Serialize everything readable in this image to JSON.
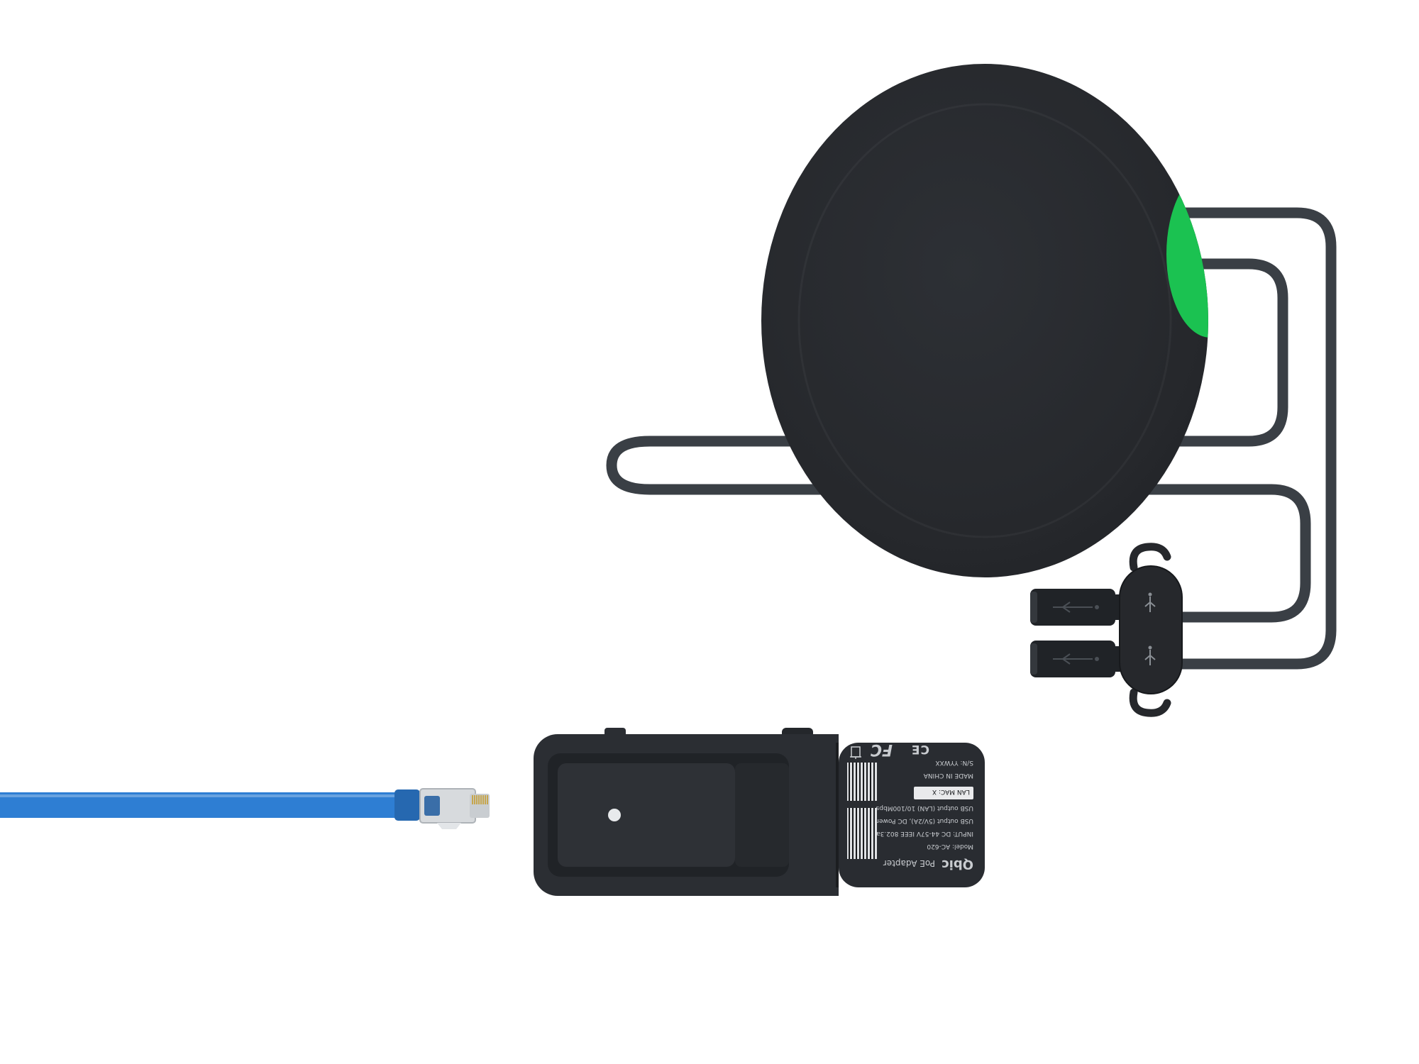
{
  "scene": {
    "background": "#ffffff",
    "description": "Product render: round puck device with green accent, coiled cable ending in dual USB plugs held by an oval clip, PoE adapter module with printed label, and a blue Ethernet cable with RJ45 plug"
  },
  "colors": {
    "puck": "#26282c",
    "accent_green": "#1bc251",
    "cable": "#3a3f45",
    "plug_body": "#202327",
    "clip_body": "#26282c",
    "adapter_body": "#2b2e33",
    "adapter_cap": "#292c31",
    "recess": "#202327",
    "recess_inner": "#2e3136",
    "ethernet_blue": "#2e7ed3",
    "ethernet_boot": "#2668b0",
    "rj45_shell": "#d7dadd",
    "pin_gold": "#c69c2e"
  },
  "device_label": {
    "brand": "Qbic",
    "product": "PoE Adapter",
    "model": "Model: AC-620",
    "input": "INPUT: DC 44-57V IEEE 802.3af",
    "usb_power_output": "USB output (5V/2A), DC Power",
    "usb_lan_output": "USB output (LAN)  10/100Mbps",
    "made_in": "MADE IN CHINA",
    "serial": "S/N: YYWXX",
    "lan_mac": "LAN MAC: X",
    "fcc_mark": "FC",
    "ce_mark": "CE"
  }
}
